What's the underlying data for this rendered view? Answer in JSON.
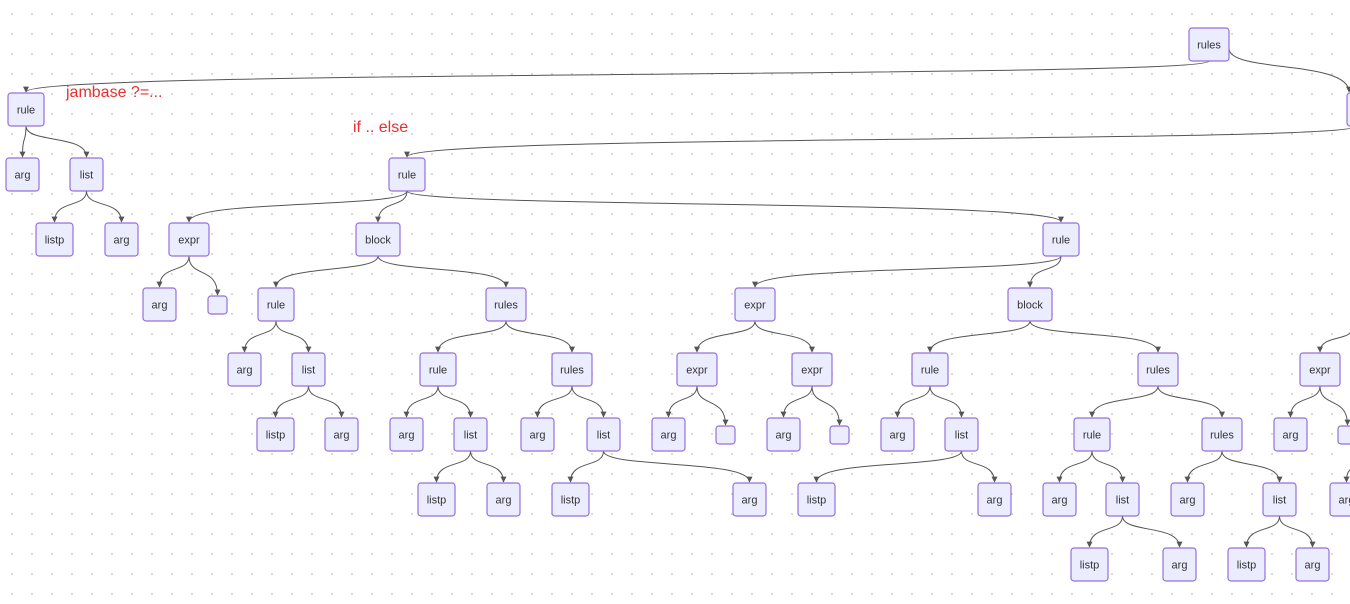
{
  "annotations": {
    "jambase": "jambase ?=...",
    "ifelse": "if .. else"
  },
  "colors": {
    "node_fill": "#ececff",
    "node_border": "#9370db",
    "edge": "#555555",
    "annotation": "#e8302f"
  },
  "tree": {
    "nodes": [
      {
        "id": "n_rules_root",
        "label": "rules"
      },
      {
        "id": "n_offscreen",
        "label": ""
      },
      {
        "id": "n_rule_1",
        "label": "rule"
      },
      {
        "id": "n_arg_1",
        "label": "arg"
      },
      {
        "id": "n_list_1",
        "label": "list"
      },
      {
        "id": "n_listp_1",
        "label": "listp"
      },
      {
        "id": "n_arg_2",
        "label": "arg"
      },
      {
        "id": "n_rule_2",
        "label": "rule"
      },
      {
        "id": "n_expr_1",
        "label": "expr"
      },
      {
        "id": "n_block_1",
        "label": "block"
      },
      {
        "id": "n_arg_3",
        "label": "arg"
      },
      {
        "id": "n_empty_1",
        "label": ""
      },
      {
        "id": "n_rule_3",
        "label": "rule"
      },
      {
        "id": "n_rules_1",
        "label": "rules"
      },
      {
        "id": "n_arg_4",
        "label": "arg"
      },
      {
        "id": "n_list_2",
        "label": "list"
      },
      {
        "id": "n_listp_2",
        "label": "listp"
      },
      {
        "id": "n_arg_5",
        "label": "arg"
      },
      {
        "id": "n_rule_4",
        "label": "rule"
      },
      {
        "id": "n_rules_2",
        "label": "rules"
      },
      {
        "id": "n_arg_6",
        "label": "arg"
      },
      {
        "id": "n_list_3",
        "label": "list"
      },
      {
        "id": "n_listp_3",
        "label": "listp"
      },
      {
        "id": "n_arg_7",
        "label": "arg"
      },
      {
        "id": "n_arg_8",
        "label": "arg"
      },
      {
        "id": "n_list_4",
        "label": "list"
      },
      {
        "id": "n_listp_4",
        "label": "listp"
      },
      {
        "id": "n_arg_9",
        "label": "arg"
      },
      {
        "id": "n_rule_5",
        "label": "rule"
      },
      {
        "id": "n_expr_2",
        "label": "expr"
      },
      {
        "id": "n_expr_3",
        "label": "expr"
      },
      {
        "id": "n_expr_4",
        "label": "expr"
      },
      {
        "id": "n_arg_10",
        "label": "arg"
      },
      {
        "id": "n_empty_2",
        "label": ""
      },
      {
        "id": "n_arg_11",
        "label": "arg"
      },
      {
        "id": "n_empty_3",
        "label": ""
      },
      {
        "id": "n_block_2",
        "label": "block"
      },
      {
        "id": "n_rule_6",
        "label": "rule"
      },
      {
        "id": "n_rules_3",
        "label": "rules"
      },
      {
        "id": "n_arg_12",
        "label": "arg"
      },
      {
        "id": "n_list_5",
        "label": "list"
      },
      {
        "id": "n_listp_5",
        "label": "listp"
      },
      {
        "id": "n_arg_13",
        "label": "arg"
      },
      {
        "id": "n_rule_7",
        "label": "rule"
      },
      {
        "id": "n_rules_4",
        "label": "rules"
      },
      {
        "id": "n_arg_14",
        "label": "arg"
      },
      {
        "id": "n_list_6",
        "label": "list"
      },
      {
        "id": "n_listp_6",
        "label": "listp"
      },
      {
        "id": "n_arg_15",
        "label": "arg"
      },
      {
        "id": "n_arg_16",
        "label": "arg"
      },
      {
        "id": "n_list_7",
        "label": "list"
      },
      {
        "id": "n_listp_7",
        "label": "listp"
      },
      {
        "id": "n_arg_17",
        "label": "arg"
      },
      {
        "id": "n_expr_5",
        "label": "expr"
      },
      {
        "id": "n_arg_18",
        "label": "arg"
      },
      {
        "id": "n_empty_4",
        "label": ""
      },
      {
        "id": "n_arg_19",
        "label": "arg"
      }
    ],
    "edges": [
      [
        "n_rules_root",
        "n_rule_1"
      ],
      [
        "n_rules_root",
        "n_offscreen"
      ],
      [
        "n_rule_1",
        "n_arg_1"
      ],
      [
        "n_rule_1",
        "n_list_1"
      ],
      [
        "n_list_1",
        "n_listp_1"
      ],
      [
        "n_list_1",
        "n_arg_2"
      ],
      [
        "n_offscreen",
        "n_rule_2"
      ],
      [
        "n_rule_2",
        "n_expr_1"
      ],
      [
        "n_rule_2",
        "n_block_1"
      ],
      [
        "n_rule_2",
        "n_rule_5"
      ],
      [
        "n_expr_1",
        "n_arg_3"
      ],
      [
        "n_expr_1",
        "n_empty_1"
      ],
      [
        "n_block_1",
        "n_rule_3"
      ],
      [
        "n_block_1",
        "n_rules_1"
      ],
      [
        "n_rule_3",
        "n_arg_4"
      ],
      [
        "n_rule_3",
        "n_list_2"
      ],
      [
        "n_list_2",
        "n_listp_2"
      ],
      [
        "n_list_2",
        "n_arg_5"
      ],
      [
        "n_rules_1",
        "n_rule_4"
      ],
      [
        "n_rules_1",
        "n_rules_2"
      ],
      [
        "n_rule_4",
        "n_arg_6"
      ],
      [
        "n_rule_4",
        "n_list_3"
      ],
      [
        "n_list_3",
        "n_listp_3"
      ],
      [
        "n_list_3",
        "n_arg_7"
      ],
      [
        "n_rules_2",
        "n_arg_8"
      ],
      [
        "n_rules_2",
        "n_list_4"
      ],
      [
        "n_list_4",
        "n_listp_4"
      ],
      [
        "n_list_4",
        "n_arg_9"
      ],
      [
        "n_rule_5",
        "n_expr_2"
      ],
      [
        "n_rule_5",
        "n_block_2"
      ],
      [
        "n_rule_5",
        "off_right_1"
      ],
      [
        "n_expr_2",
        "n_expr_3"
      ],
      [
        "n_expr_2",
        "n_expr_4"
      ],
      [
        "n_expr_3",
        "n_arg_10"
      ],
      [
        "n_expr_3",
        "n_empty_2"
      ],
      [
        "n_expr_4",
        "n_arg_11"
      ],
      [
        "n_expr_4",
        "n_empty_3"
      ],
      [
        "n_block_2",
        "n_rule_6"
      ],
      [
        "n_block_2",
        "n_rules_3"
      ],
      [
        "n_rule_6",
        "n_arg_12"
      ],
      [
        "n_rule_6",
        "n_list_5"
      ],
      [
        "n_list_5",
        "n_listp_5"
      ],
      [
        "n_list_5",
        "n_arg_13"
      ],
      [
        "n_rules_3",
        "n_rule_7"
      ],
      [
        "n_rules_3",
        "n_rules_4"
      ],
      [
        "n_rule_7",
        "n_arg_14"
      ],
      [
        "n_rule_7",
        "n_list_6"
      ],
      [
        "n_list_6",
        "n_listp_6"
      ],
      [
        "n_list_6",
        "n_arg_15"
      ],
      [
        "n_rules_4",
        "n_arg_16"
      ],
      [
        "n_rules_4",
        "n_list_7"
      ],
      [
        "n_list_7",
        "n_listp_7"
      ],
      [
        "n_list_7",
        "n_arg_17"
      ],
      [
        "off_right_2",
        "n_expr_5"
      ],
      [
        "n_expr_5",
        "n_arg_18"
      ],
      [
        "n_expr_5",
        "n_empty_4"
      ],
      [
        "off_right_3",
        "n_arg_19"
      ]
    ]
  }
}
